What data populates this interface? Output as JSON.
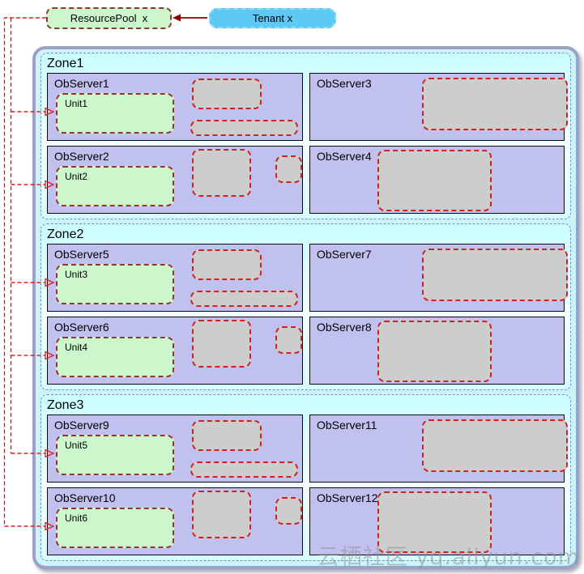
{
  "header": {
    "resource_pool_label": "ResourcePool  x",
    "tenant_label": "Tenant x"
  },
  "watermark": "云栖社区 yq.aliyun.com",
  "palette": {
    "unit_fill": "#ccf7cc",
    "unit_border": "#993333",
    "resource_pool_border": "#8b3a2a",
    "gray_fill": "#cdcdcd",
    "gray_border": "#cc2222",
    "observer_fill": "#c1c1f0",
    "container_fill": "#c9f4fa",
    "tenant_fill": "#5ec9f4",
    "connector_red": "#e02020",
    "arrow_dark_red": "#8b0000"
  },
  "zones": [
    {
      "label": "Zone1",
      "observers": [
        {
          "label": "ObServer1",
          "variant": "la",
          "unit": "Unit1"
        },
        {
          "label": "ObServer3",
          "variant": "ra"
        },
        {
          "label": "ObServer2",
          "variant": "lb",
          "unit": "Unit2"
        },
        {
          "label": "ObServer4",
          "variant": "rb"
        }
      ]
    },
    {
      "label": "Zone2",
      "observers": [
        {
          "label": "ObServer5",
          "variant": "la",
          "unit": "Unit3"
        },
        {
          "label": "ObServer7",
          "variant": "ra"
        },
        {
          "label": "ObServer6",
          "variant": "lb",
          "unit": "Unit4"
        },
        {
          "label": "ObServer8",
          "variant": "rb"
        }
      ]
    },
    {
      "label": "Zone3",
      "observers": [
        {
          "label": "ObServer9",
          "variant": "la",
          "unit": "Unit5"
        },
        {
          "label": "ObServer11",
          "variant": "ra"
        },
        {
          "label": "ObServer10",
          "variant": "lb",
          "unit": "Unit6"
        },
        {
          "label": "ObServer12",
          "variant": "rb"
        }
      ]
    }
  ]
}
